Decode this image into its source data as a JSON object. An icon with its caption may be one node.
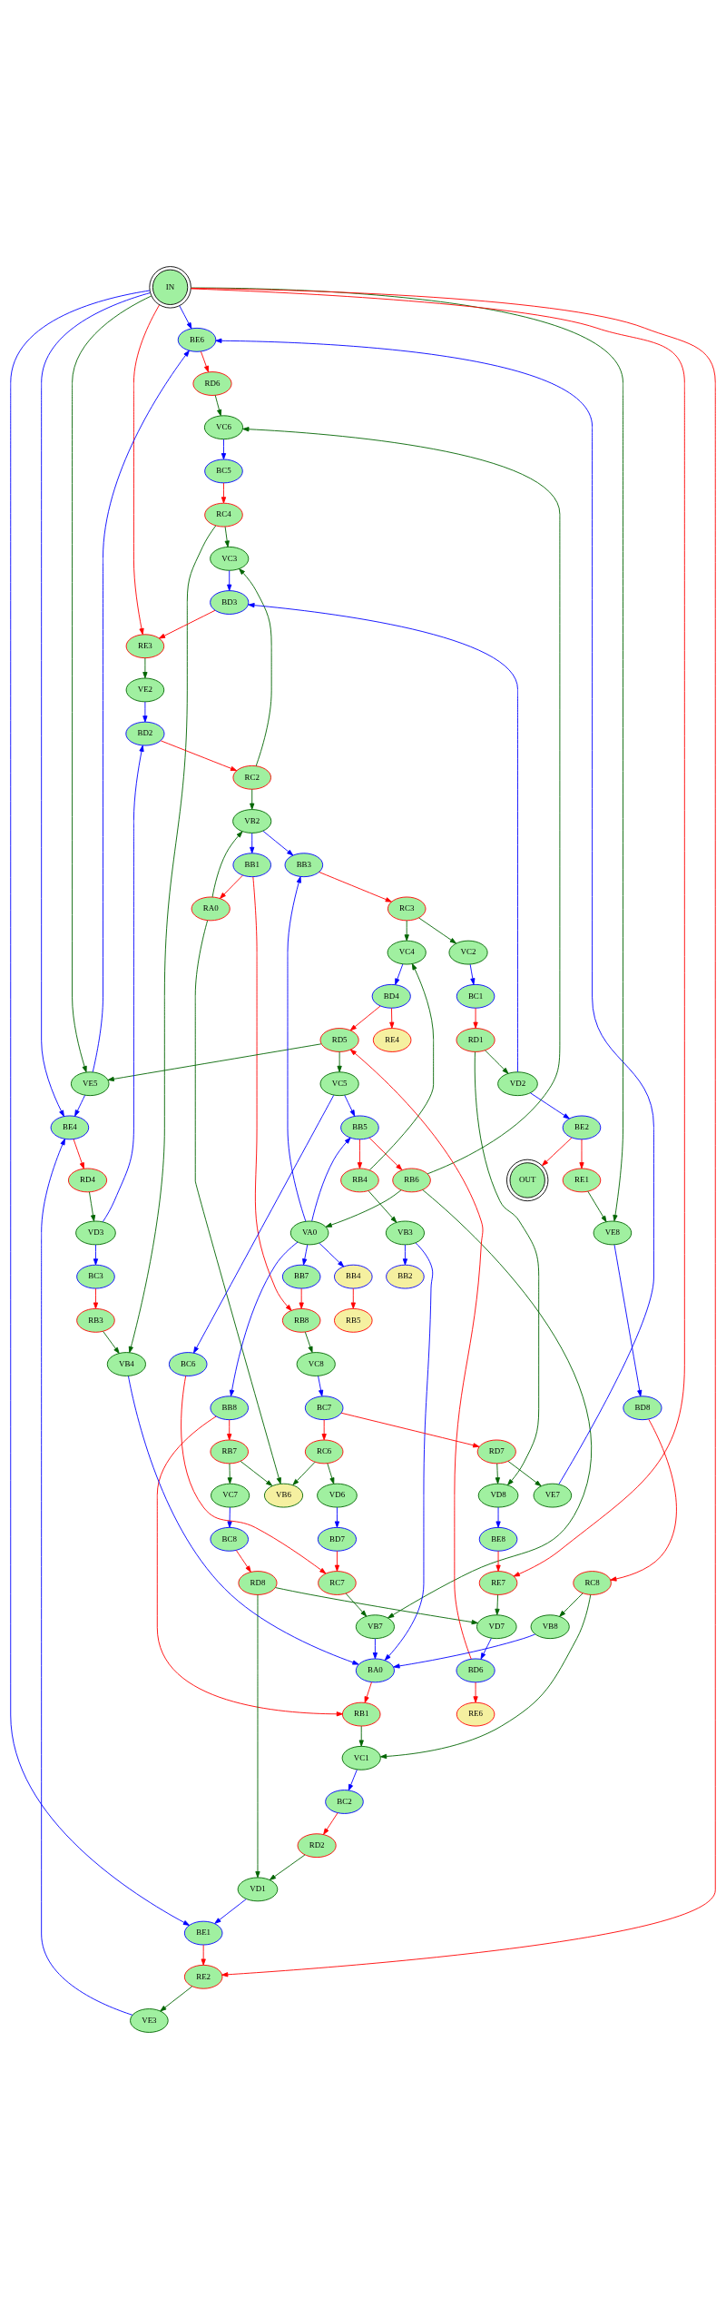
{
  "diagram": {
    "nodes": [
      {
        "text": [
          "IN"
        ]
      },
      {
        "text": [
          "BE6"
        ]
      },
      {
        "text": [
          "RD6"
        ]
      },
      {
        "text": [
          "VC6"
        ]
      },
      {
        "text": [
          "BC5"
        ]
      },
      {
        "text": [
          "RC4"
        ]
      },
      {
        "text": [
          "VC3"
        ]
      },
      {
        "text": [
          "BD3"
        ]
      },
      {
        "text": [
          "RE3"
        ]
      },
      {
        "text": [
          "VE2"
        ]
      },
      {
        "text": [
          "BD2"
        ]
      },
      {
        "text": [
          "RC2"
        ]
      },
      {
        "text": [
          "VB2"
        ]
      },
      {
        "text": [
          "BB3"
        ]
      },
      {
        "text": [
          "BB1"
        ]
      },
      {
        "text": [
          "RC3"
        ]
      },
      {
        "text": [
          "RA0"
        ]
      },
      {
        "text": [
          "VC4"
        ]
      },
      {
        "text": [
          "VC2"
        ]
      },
      {
        "text": [
          "BD4"
        ]
      },
      {
        "text": [
          "BC1"
        ]
      },
      {
        "text": [
          "RD5"
        ]
      },
      {
        "text": [
          "RE4"
        ]
      },
      {
        "text": [
          "RD1"
        ]
      },
      {
        "text": [
          "VE5"
        ]
      },
      {
        "text": [
          "VC5"
        ]
      },
      {
        "text": [
          "VD2"
        ]
      },
      {
        "text": [
          "BB5"
        ]
      },
      {
        "text": [
          "BE2"
        ]
      },
      {
        "text": [
          "RB4"
        ]
      },
      {
        "text": [
          "RB6"
        ]
      },
      {
        "text": [
          "OUT"
        ]
      },
      {
        "text": [
          "RE1"
        ]
      },
      {
        "text": [
          "VB3"
        ]
      },
      {
        "text": [
          "VA0"
        ]
      },
      {
        "text": [
          "VE8"
        ]
      },
      {
        "text": [
          "BB2"
        ]
      },
      {
        "text": [
          "BB4"
        ]
      },
      {
        "text": [
          "BB7"
        ]
      },
      {
        "text": [
          "BB8"
        ]
      },
      {
        "text": [
          "RB5"
        ]
      },
      {
        "text": [
          "RB8"
        ]
      },
      {
        "text": [
          "RB7"
        ]
      },
      {
        "text": [
          "VC7"
        ]
      },
      {
        "text": [
          "BC6"
        ]
      },
      {
        "text": [
          "VC8"
        ]
      },
      {
        "text": [
          "BC8"
        ]
      },
      {
        "text": [
          "BC7"
        ]
      },
      {
        "text": [
          "RD8"
        ]
      },
      {
        "text": [
          "RD7"
        ]
      },
      {
        "text": [
          "RC6"
        ]
      },
      {
        "text": [
          "VD1"
        ]
      },
      {
        "text": [
          "VD8"
        ]
      },
      {
        "text": [
          "VE7"
        ]
      },
      {
        "text": [
          "VD6"
        ]
      },
      {
        "text": [
          "VB6"
        ]
      },
      {
        "text": [
          "BE1"
        ]
      },
      {
        "text": [
          "BE8"
        ]
      },
      {
        "text": [
          "BD7"
        ]
      },
      {
        "text": [
          "RE2"
        ]
      },
      {
        "text": [
          "RE7"
        ]
      },
      {
        "text": [
          "RC7"
        ]
      },
      {
        "text": [
          "VE3"
        ]
      },
      {
        "text": [
          "VD7"
        ]
      },
      {
        "text": [
          "VB7"
        ]
      },
      {
        "text": [
          "BE4"
        ]
      },
      {
        "text": [
          "BD6"
        ]
      },
      {
        "text": [
          "RD4"
        ]
      },
      {
        "text": [
          "RE6"
        ]
      },
      {
        "text": [
          "VD3"
        ]
      },
      {
        "text": [
          "BD8"
        ]
      },
      {
        "text": [
          "BC3"
        ]
      },
      {
        "text": [
          "RB3"
        ]
      },
      {
        "text": [
          "RC8"
        ]
      },
      {
        "text": [
          "VB4"
        ]
      },
      {
        "text": [
          "VB8"
        ]
      },
      {
        "text": [
          "BA0"
        ]
      },
      {
        "text": [
          "RB1"
        ]
      },
      {
        "text": [
          "VC1"
        ]
      },
      {
        "text": [
          "BC2"
        ]
      },
      {
        "text": [
          "RD2"
        ]
      }
    ],
    "edges": [
      {
        "from": 0,
        "to": 1,
        "arrow": "to",
        "color": "#0000ff"
      },
      {
        "from": 0,
        "to": 35,
        "arrow": "to",
        "color": "#006400"
      },
      {
        "from": 0,
        "to": 65,
        "arrow": "to",
        "color": "#0000ff"
      },
      {
        "from": 0,
        "to": 59,
        "arrow": "to",
        "color": "#ff0000"
      },
      {
        "from": 0,
        "to": 56,
        "arrow": "to",
        "color": "#0000ff"
      },
      {
        "from": 0,
        "to": 24,
        "arrow": "to",
        "color": "#006400"
      },
      {
        "from": 0,
        "to": 8,
        "arrow": "to",
        "color": "#ff0000"
      },
      {
        "from": 0,
        "to": 60,
        "arrow": "to",
        "color": "#ff0000"
      },
      {
        "from": 1,
        "to": 2,
        "arrow": "to",
        "color": "#ff0000"
      },
      {
        "from": 2,
        "to": 3,
        "arrow": "to",
        "color": "#006400"
      },
      {
        "from": 3,
        "to": 4,
        "arrow": "to",
        "color": "#0000ff"
      },
      {
        "from": 4,
        "to": 5,
        "arrow": "to",
        "color": "#ff0000"
      },
      {
        "from": 5,
        "to": 6,
        "arrow": "to",
        "color": "#006400"
      },
      {
        "from": 5,
        "to": 74,
        "arrow": "to",
        "color": "#006400"
      },
      {
        "from": 6,
        "to": 7,
        "arrow": "to",
        "color": "#0000ff"
      },
      {
        "from": 7,
        "to": 8,
        "arrow": "to",
        "color": "#ff0000"
      },
      {
        "from": 8,
        "to": 9,
        "arrow": "to",
        "color": "#006400"
      },
      {
        "from": 9,
        "to": 10,
        "arrow": "to",
        "color": "#0000ff"
      },
      {
        "from": 10,
        "to": 11,
        "arrow": "to",
        "color": "#ff0000"
      },
      {
        "from": 11,
        "to": 6,
        "arrow": "to",
        "color": "#006400"
      },
      {
        "from": 11,
        "to": 12,
        "arrow": "to",
        "color": "#006400"
      },
      {
        "from": 26,
        "to": 7,
        "arrow": "to",
        "color": "#0000ff"
      },
      {
        "from": 30,
        "to": 3,
        "arrow": "to",
        "color": "#006400"
      },
      {
        "from": 24,
        "to": 1,
        "arrow": "to",
        "color": "#0000ff"
      },
      {
        "from": 69,
        "to": 10,
        "arrow": "to",
        "color": "#0000ff"
      },
      {
        "from": 53,
        "to": 1,
        "arrow": "to",
        "color": "#0000ff"
      },
      {
        "from": 12,
        "to": 13,
        "arrow": "to",
        "color": "#0000ff"
      },
      {
        "from": 12,
        "to": 14,
        "arrow": "to",
        "color": "#0000ff"
      },
      {
        "from": 14,
        "to": 16,
        "arrow": "to",
        "color": "#ff0000"
      },
      {
        "from": 16,
        "to": 12,
        "arrow": "to",
        "color": "#006400"
      },
      {
        "from": 14,
        "to": 41,
        "arrow": "to",
        "color": "#ff0000"
      },
      {
        "from": 13,
        "to": 15,
        "arrow": "to",
        "color": "#ff0000"
      },
      {
        "from": 34,
        "to": 13,
        "arrow": "to",
        "color": "#0000ff"
      },
      {
        "from": 16,
        "to": 55,
        "arrow": "to",
        "color": "#006400"
      },
      {
        "from": 15,
        "to": 17,
        "arrow": "to",
        "color": "#006400"
      },
      {
        "from": 15,
        "to": 18,
        "arrow": "to",
        "color": "#006400"
      },
      {
        "from": 18,
        "to": 20,
        "arrow": "to",
        "color": "#0000ff"
      },
      {
        "from": 20,
        "to": 23,
        "arrow": "to",
        "color": "#ff0000"
      },
      {
        "from": 23,
        "to": 26,
        "arrow": "to",
        "color": "#006400"
      },
      {
        "from": 23,
        "to": 52,
        "arrow": "to",
        "color": "#006400"
      },
      {
        "from": 17,
        "to": 19,
        "arrow": "to",
        "color": "#0000ff"
      },
      {
        "from": 19,
        "to": 21,
        "arrow": "to",
        "color": "#ff0000"
      },
      {
        "from": 19,
        "to": 22,
        "arrow": "to",
        "color": "#ff0000"
      },
      {
        "from": 21,
        "to": 24,
        "arrow": "to",
        "color": "#006400"
      },
      {
        "from": 21,
        "to": 25,
        "arrow": "to",
        "color": "#006400"
      },
      {
        "from": 25,
        "to": 27,
        "arrow": "to",
        "color": "#0000ff"
      },
      {
        "from": 25,
        "to": 44,
        "arrow": "to",
        "color": "#0000ff"
      },
      {
        "from": 26,
        "to": 28,
        "arrow": "to",
        "color": "#0000ff"
      },
      {
        "from": 28,
        "to": 31,
        "arrow": "to",
        "color": "#ff0000"
      },
      {
        "from": 28,
        "to": 32,
        "arrow": "to",
        "color": "#ff0000"
      },
      {
        "from": 32,
        "to": 35,
        "arrow": "to",
        "color": "#006400"
      },
      {
        "from": 35,
        "to": 70,
        "arrow": "to",
        "color": "#0000ff"
      },
      {
        "from": 70,
        "to": 73,
        "arrow": "to",
        "color": "#ff0000"
      },
      {
        "from": 73,
        "to": 75,
        "arrow": "to",
        "color": "#006400"
      },
      {
        "from": 73,
        "to": 78,
        "arrow": "to",
        "color": "#006400"
      },
      {
        "from": 75,
        "to": 76,
        "arrow": "to",
        "color": "#0000ff"
      },
      {
        "from": 76,
        "to": 77,
        "arrow": "to",
        "color": "#ff0000"
      },
      {
        "from": 77,
        "to": 78,
        "arrow": "to",
        "color": "#006400"
      },
      {
        "from": 78,
        "to": 79,
        "arrow": "to",
        "color": "#0000ff"
      },
      {
        "from": 79,
        "to": 80,
        "arrow": "to",
        "color": "#ff0000"
      },
      {
        "from": 80,
        "to": 51,
        "arrow": "to",
        "color": "#006400"
      },
      {
        "from": 27,
        "to": 29,
        "arrow": "to",
        "color": "#ff0000"
      },
      {
        "from": 27,
        "to": 30,
        "arrow": "to",
        "color": "#ff0000"
      },
      {
        "from": 34,
        "to": 27,
        "arrow": "to",
        "color": "#0000ff"
      },
      {
        "from": 30,
        "to": 34,
        "arrow": "to",
        "color": "#006400"
      },
      {
        "from": 30,
        "to": 64,
        "arrow": "to",
        "color": "#006400"
      },
      {
        "from": 29,
        "to": 17,
        "arrow": "to",
        "color": "#006400"
      },
      {
        "from": 29,
        "to": 33,
        "arrow": "to",
        "color": "#006400"
      },
      {
        "from": 33,
        "to": 36,
        "arrow": "to",
        "color": "#0000ff"
      },
      {
        "from": 33,
        "to": 76,
        "arrow": "to",
        "color": "#0000ff"
      },
      {
        "from": 74,
        "to": 76,
        "arrow": "to",
        "color": "#0000ff"
      },
      {
        "from": 64,
        "to": 76,
        "arrow": "to",
        "color": "#0000ff"
      },
      {
        "from": 34,
        "to": 37,
        "arrow": "to",
        "color": "#0000ff"
      },
      {
        "from": 34,
        "to": 38,
        "arrow": "to",
        "color": "#0000ff"
      },
      {
        "from": 34,
        "to": 39,
        "arrow": "to",
        "color": "#0000ff"
      },
      {
        "from": 37,
        "to": 40,
        "arrow": "to",
        "color": "#ff0000"
      },
      {
        "from": 38,
        "to": 41,
        "arrow": "to",
        "color": "#ff0000"
      },
      {
        "from": 39,
        "to": 42,
        "arrow": "to",
        "color": "#ff0000"
      },
      {
        "from": 39,
        "to": 77,
        "arrow": "to",
        "color": "#ff0000"
      },
      {
        "from": 41,
        "to": 45,
        "arrow": "to",
        "color": "#006400"
      },
      {
        "from": 42,
        "to": 43,
        "arrow": "to",
        "color": "#006400"
      },
      {
        "from": 42,
        "to": 55,
        "arrow": "to",
        "color": "#006400"
      },
      {
        "from": 45,
        "to": 47,
        "arrow": "to",
        "color": "#0000ff"
      },
      {
        "from": 43,
        "to": 46,
        "arrow": "to",
        "color": "#0000ff"
      },
      {
        "from": 46,
        "to": 48,
        "arrow": "to",
        "color": "#ff0000"
      },
      {
        "from": 48,
        "to": 51,
        "arrow": "to",
        "color": "#006400"
      },
      {
        "from": 48,
        "to": 63,
        "arrow": "to",
        "color": "#006400"
      },
      {
        "from": 47,
        "to": 49,
        "arrow": "to",
        "color": "#ff0000"
      },
      {
        "from": 47,
        "to": 50,
        "arrow": "to",
        "color": "#ff0000"
      },
      {
        "from": 49,
        "to": 52,
        "arrow": "to",
        "color": "#006400"
      },
      {
        "from": 49,
        "to": 53,
        "arrow": "to",
        "color": "#006400"
      },
      {
        "from": 50,
        "to": 54,
        "arrow": "to",
        "color": "#006400"
      },
      {
        "from": 50,
        "to": 55,
        "arrow": "to",
        "color": "#006400"
      },
      {
        "from": 54,
        "to": 58,
        "arrow": "to",
        "color": "#0000ff"
      },
      {
        "from": 58,
        "to": 61,
        "arrow": "to",
        "color": "#ff0000"
      },
      {
        "from": 44,
        "to": 61,
        "arrow": "to",
        "color": "#ff0000"
      },
      {
        "from": 61,
        "to": 64,
        "arrow": "to",
        "color": "#006400"
      },
      {
        "from": 52,
        "to": 57,
        "arrow": "to",
        "color": "#0000ff"
      },
      {
        "from": 57,
        "to": 60,
        "arrow": "to",
        "color": "#ff0000"
      },
      {
        "from": 60,
        "to": 63,
        "arrow": "to",
        "color": "#006400"
      },
      {
        "from": 63,
        "to": 66,
        "arrow": "to",
        "color": "#0000ff"
      },
      {
        "from": 66,
        "to": 68,
        "arrow": "to",
        "color": "#ff0000"
      },
      {
        "from": 66,
        "to": 21,
        "arrow": "to",
        "color": "#ff0000"
      },
      {
        "from": 51,
        "to": 56,
        "arrow": "to",
        "color": "#0000ff"
      },
      {
        "from": 56,
        "to": 59,
        "arrow": "to",
        "color": "#ff0000"
      },
      {
        "from": 59,
        "to": 62,
        "arrow": "to",
        "color": "#006400"
      },
      {
        "from": 62,
        "to": 65,
        "arrow": "to",
        "color": "#0000ff"
      },
      {
        "from": 24,
        "to": 65,
        "arrow": "to",
        "color": "#0000ff"
      },
      {
        "from": 65,
        "to": 67,
        "arrow": "to",
        "color": "#ff0000"
      },
      {
        "from": 67,
        "to": 69,
        "arrow": "to",
        "color": "#006400"
      },
      {
        "from": 69,
        "to": 71,
        "arrow": "to",
        "color": "#0000ff"
      },
      {
        "from": 71,
        "to": 72,
        "arrow": "to",
        "color": "#ff0000"
      },
      {
        "from": 72,
        "to": 74,
        "arrow": "to",
        "color": "#006400"
      }
    ]
  }
}
